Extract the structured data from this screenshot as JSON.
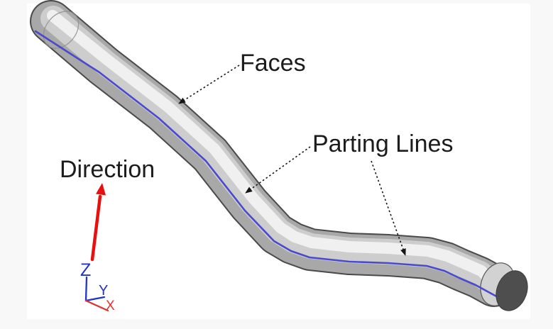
{
  "illustration": {
    "labels": {
      "faces": "Faces",
      "parting_lines": "Parting Lines",
      "direction": "Direction"
    },
    "triad": {
      "z": "Z",
      "y": "Y",
      "x": "X"
    },
    "colors": {
      "page_background": "#f8f8f8",
      "canvas_background": "#ffffff",
      "tube_edge": "#4a4a4a",
      "tube_body": "#a8a8a8",
      "tube_shade": "#cdcdcd",
      "tube_highlight": "#f0f0f0",
      "end_cap_face": "#4e4e4e",
      "end_cap_rim": "#d2d2d2",
      "left_cap_ring": "#8f8f8f",
      "parting_line": "#4a4ace",
      "leader_line": "#161616",
      "label_text": "#1c1c1c",
      "direction_arrow": "#ea0f0f",
      "triad_blue": "#2233cc",
      "triad_red": "#dd3333"
    }
  }
}
